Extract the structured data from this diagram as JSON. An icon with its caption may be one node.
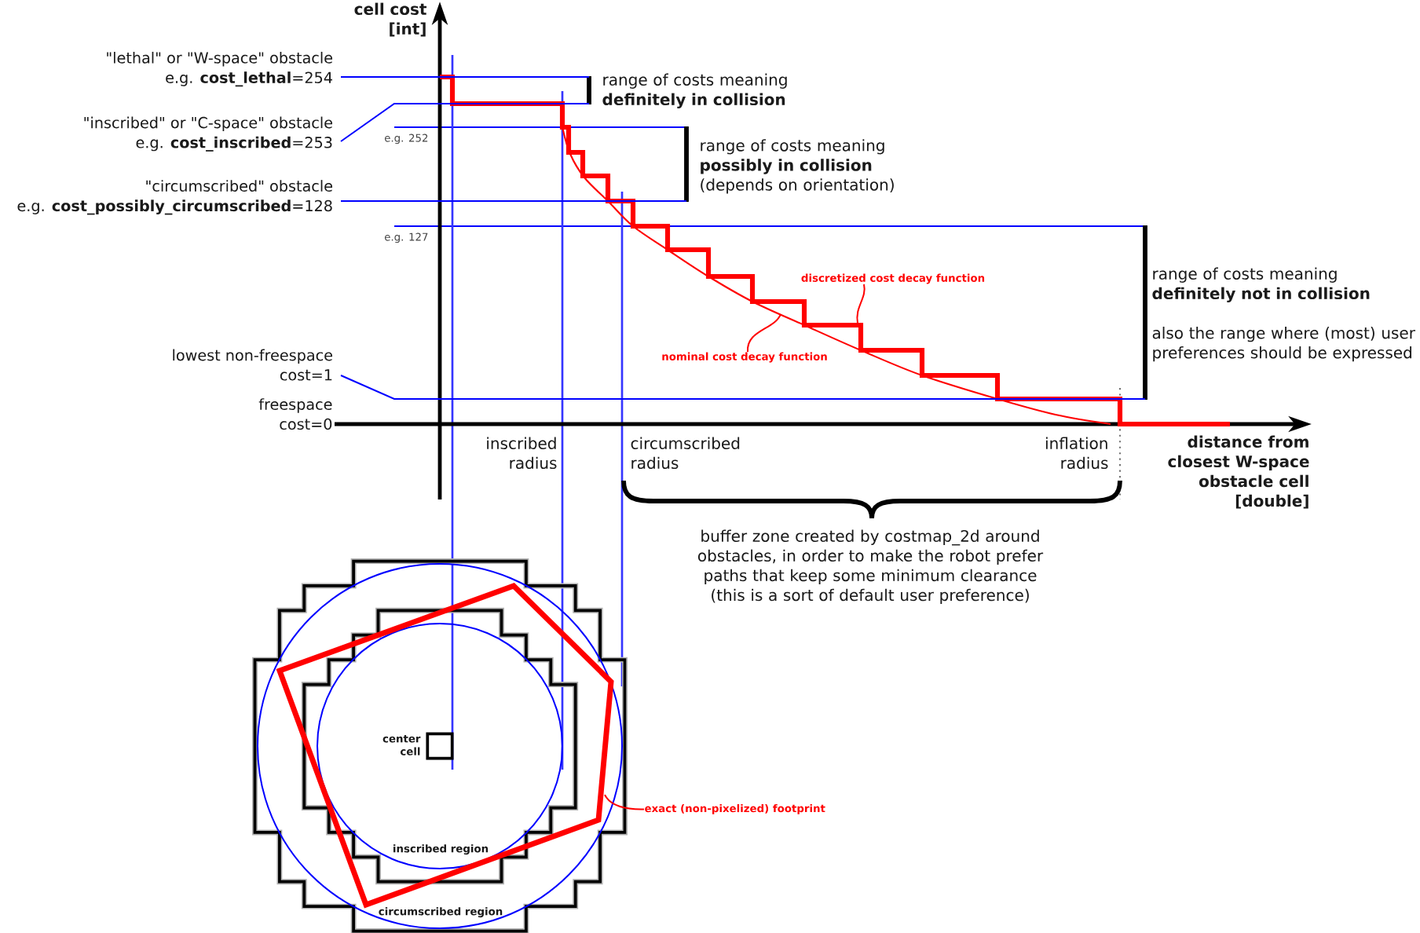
{
  "diagram": {
    "nodes": [
      {
        "text": [
          "\"lethal\" or \"W-space\" obstacle",
          "e.g. **cost_lethal**=254"
        ]
      },
      {
        "text": [
          "\"inscribed\" or \"C-space\" obstacle",
          "e.g. **cost_inscribed**=253"
        ]
      },
      {
        "text": [
          "\"circumscribed\" obstacle",
          "e.g. **cost_possibly_circumscribed**=128"
        ]
      },
      {
        "text": [
          "lowest non-freespace cost=1"
        ]
      },
      {
        "text": [
          "discretized cost decay function"
        ]
      },
      {
        "text": [
          "nominal cost decay function"
        ]
      },
      {
        "text": [
          "exact (non-pixelized) footprint"
        ]
      }
    ],
    "edges": [
      {
        "from": 0,
        "to": null,
        "arrow": "none"
      },
      {
        "from": 1,
        "to": null,
        "arrow": "none"
      },
      {
        "from": 2,
        "to": null,
        "arrow": "none"
      },
      {
        "from": 3,
        "to": null,
        "arrow": "none"
      },
      {
        "from": 4,
        "to": null,
        "arrow": "none",
        "color": "#ff0000"
      },
      {
        "from": 5,
        "to": null,
        "arrow": "none",
        "color": "#ff0000"
      },
      {
        "from": 6,
        "to": null,
        "arrow": "none",
        "color": "#ff0000"
      }
    ],
    "labels": [
      "cell cost [int]",
      "range of costs meaning **definitely in collision**",
      "e.g. 252",
      "range of costs meaning **possibly in collision** (depends on orientation)",
      "e.g. 127",
      "range of costs meaning **definitely not in collision**",
      "also the range where (most) user preferences should be expressed",
      "freespace cost=0",
      "inscribed radius",
      "circumscribed radius",
      "inflation radius",
      "distance from closest W-space obstacle cell [double]",
      "buffer zone created by costmap_2d around obstacles, in order to make the robot prefer paths that keep some minimum clearance (this is a sort of default user preference)",
      "center cell",
      "inscribed region",
      "circumscribed region"
    ]
  }
}
